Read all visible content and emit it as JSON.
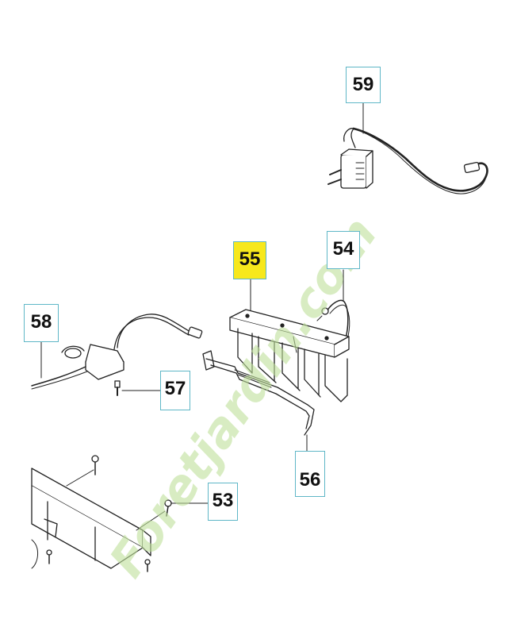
{
  "callouts": [
    {
      "id": "59",
      "label": "59",
      "highlight": false
    },
    {
      "id": "55",
      "label": "55",
      "highlight": true
    },
    {
      "id": "54",
      "label": "54",
      "highlight": false
    },
    {
      "id": "58",
      "label": "58",
      "highlight": false
    },
    {
      "id": "57",
      "label": "57",
      "highlight": false
    },
    {
      "id": "56",
      "label": "56",
      "highlight": false
    },
    {
      "id": "53",
      "label": "53",
      "highlight": false
    }
  ],
  "watermark": {
    "text": "Foretjardin.com"
  },
  "colors": {
    "highlight": "#f7e81c",
    "callout_border": "#5fb7c7",
    "watermark": "#bfe19a"
  }
}
